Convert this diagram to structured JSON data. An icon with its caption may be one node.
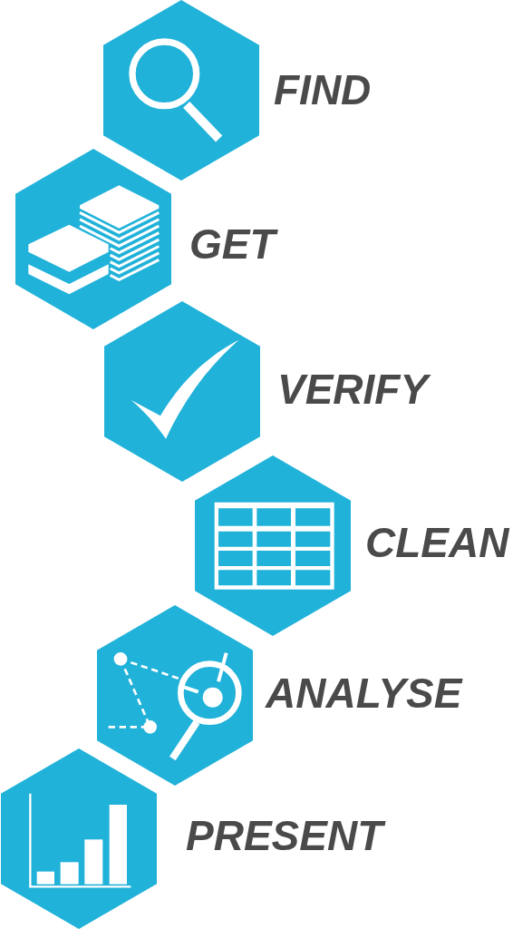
{
  "diagram": {
    "nodes": [
      {
        "text": [],
        "shape": "hexagon",
        "beside": [
          "FIND"
        ]
      },
      {
        "text": [],
        "shape": "hexagon",
        "beside": [
          "GET"
        ]
      },
      {
        "text": [],
        "shape": "hexagon",
        "beside": [
          "VERIFY"
        ]
      },
      {
        "text": [],
        "shape": "hexagon",
        "beside": [
          "CLEAN"
        ]
      },
      {
        "text": [],
        "shape": "hexagon",
        "beside": [
          "ANALYSE"
        ]
      },
      {
        "text": [],
        "shape": "hexagon",
        "beside": [
          "PRESENT"
        ]
      }
    ]
  }
}
